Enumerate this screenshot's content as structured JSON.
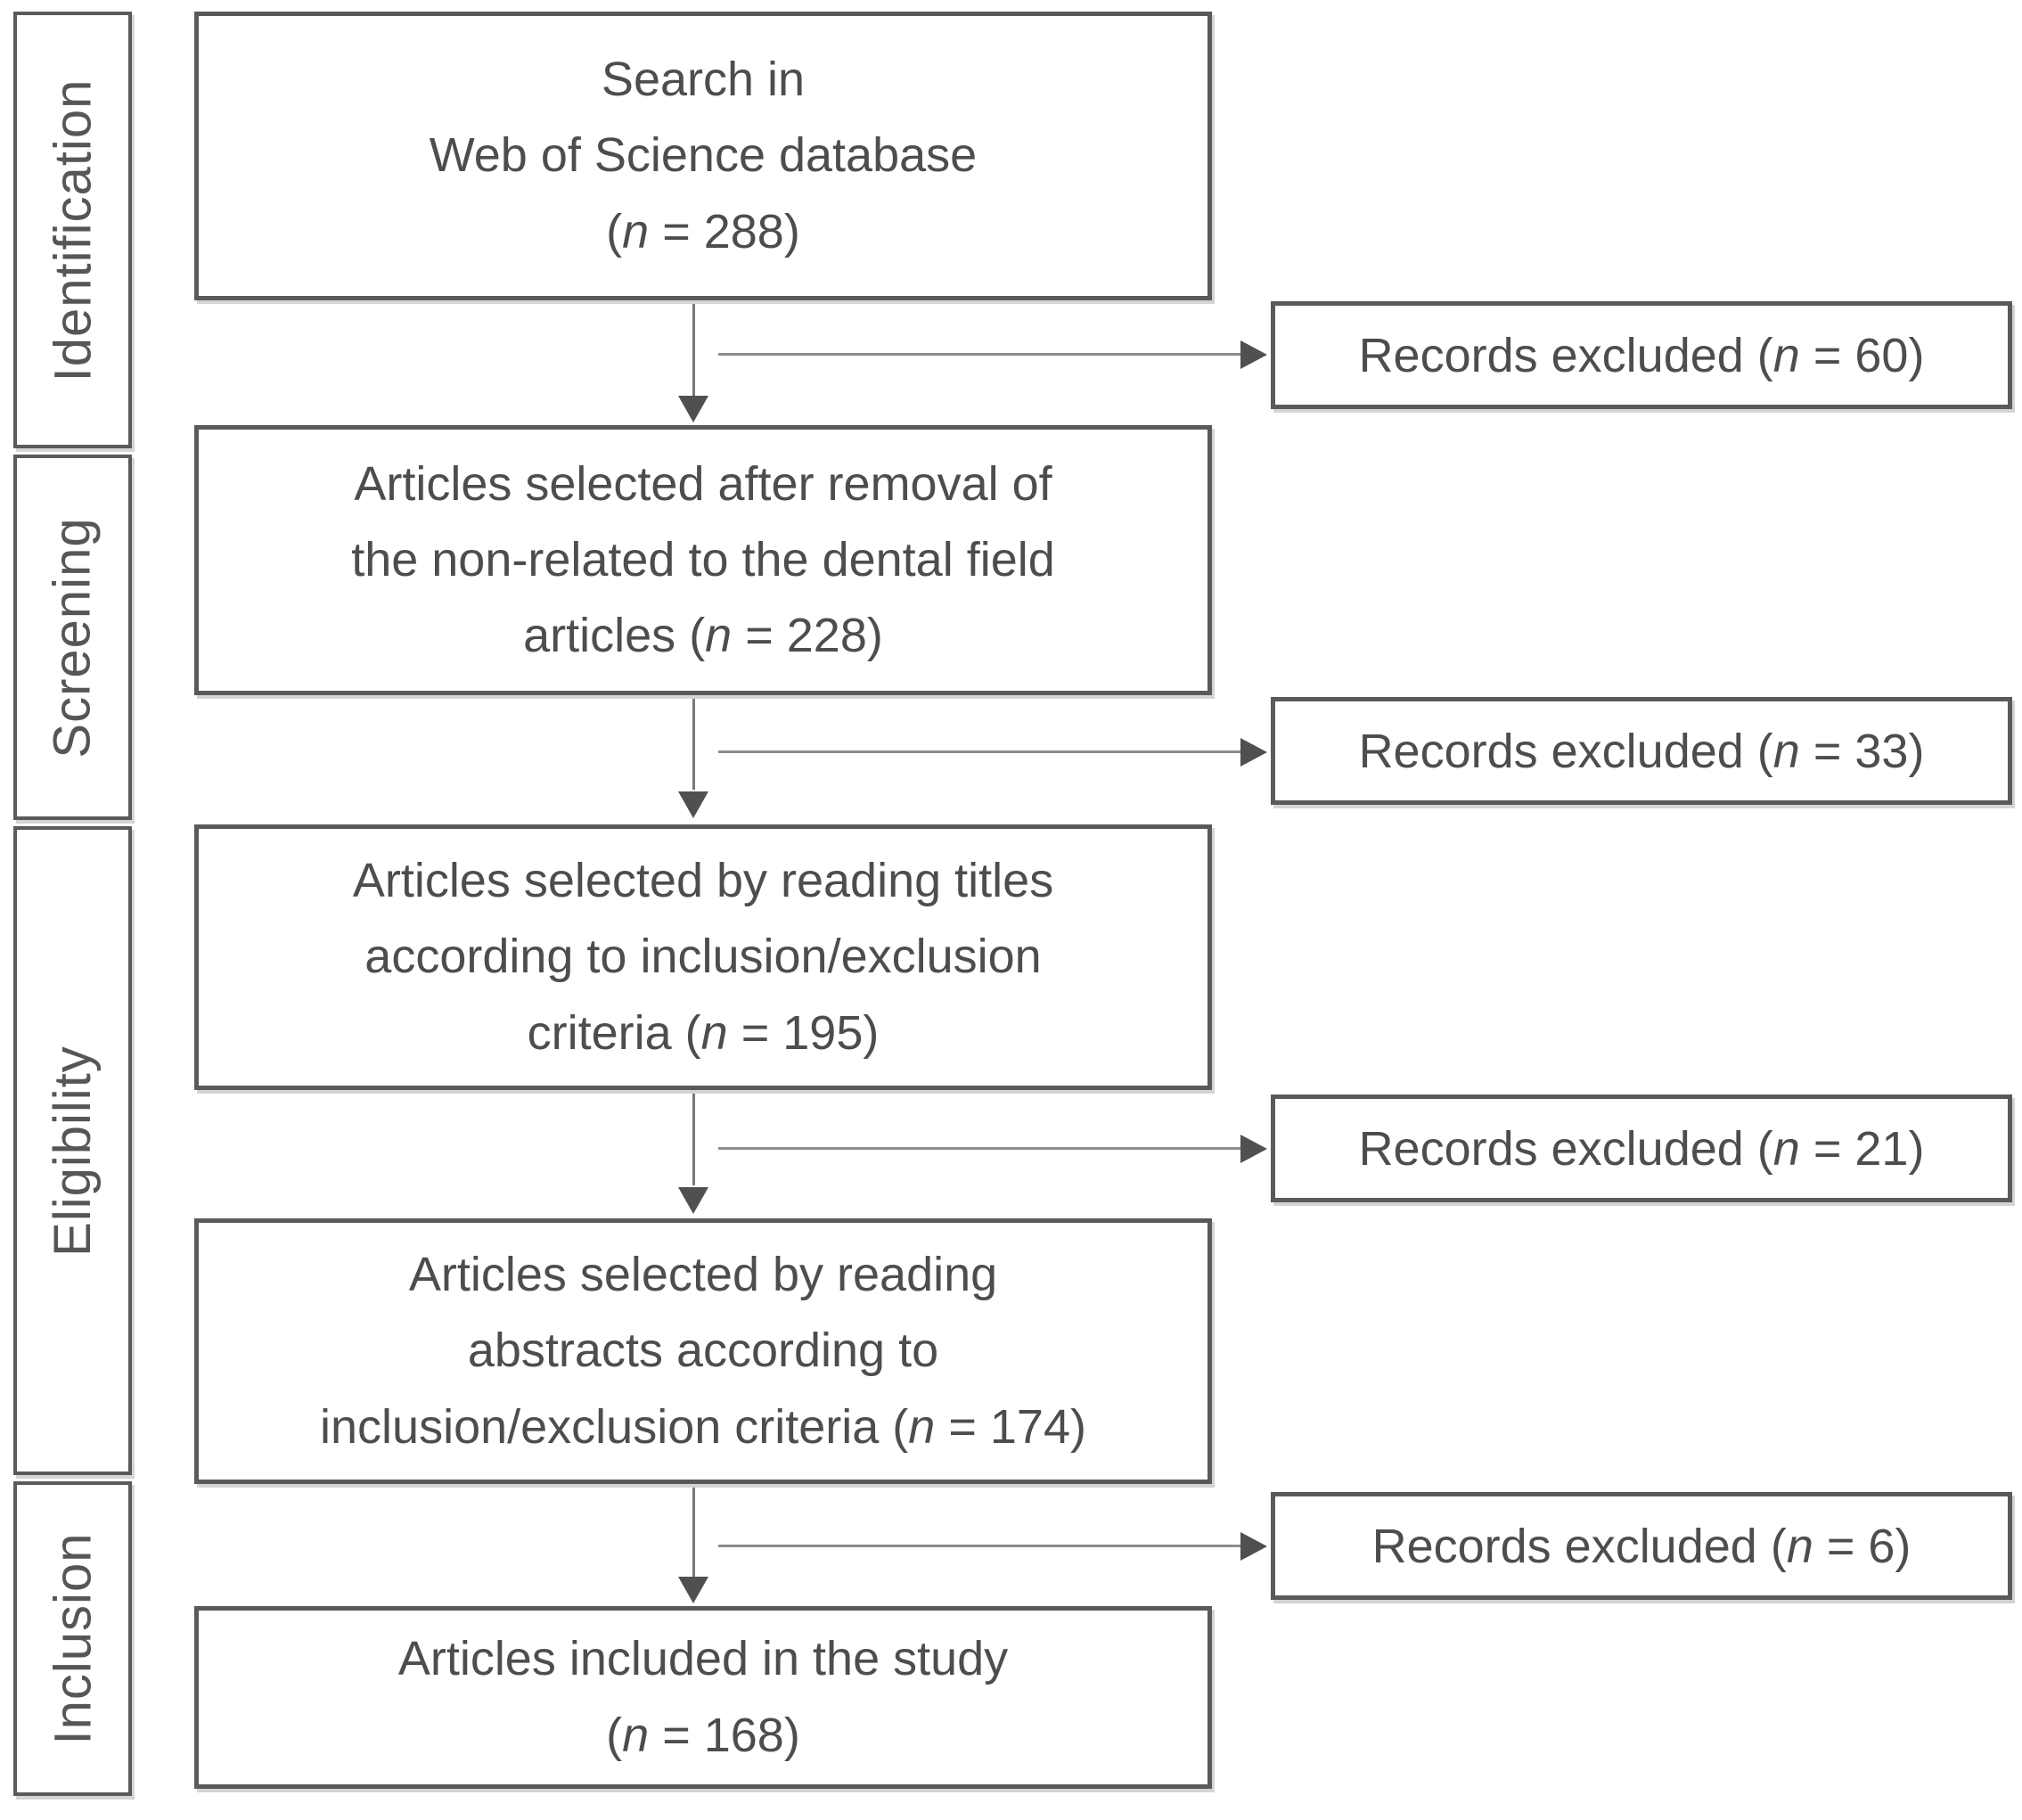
{
  "figure": {
    "type": "prisma-flow-diagram",
    "colors": {
      "box_border": "#595a5c",
      "text": "#4d4d4d",
      "arrow_line": "#8a8c8e",
      "arrow_head": "#4f5052",
      "background": "#ffffff"
    }
  },
  "sidebar": {
    "stages": [
      {
        "label": "Identification"
      },
      {
        "label": "Screening"
      },
      {
        "label": "Eligibility"
      },
      {
        "label": "Inclusion"
      }
    ]
  },
  "flow_boxes": [
    {
      "id": "search",
      "lines": [
        "Search in",
        "Web of Science database",
        "(n = 288)"
      ]
    },
    {
      "id": "after-removal",
      "lines": [
        "Articles selected after removal of",
        "the non-related to the dental field",
        "articles (n = 228)"
      ]
    },
    {
      "id": "by-reading-titles",
      "lines": [
        "Articles selected by reading titles",
        "according to inclusion/exclusion",
        "criteria (n = 195)"
      ]
    },
    {
      "id": "by-reading-abstracts",
      "lines": [
        "Articles selected by reading",
        "abstracts according to",
        "inclusion/exclusion criteria (n = 174)"
      ]
    },
    {
      "id": "included",
      "lines": [
        "Articles included in the study",
        "(n = 168)"
      ]
    }
  ],
  "excluded_boxes": [
    {
      "lines": [
        "Records excluded (n = 60)"
      ]
    },
    {
      "lines": [
        "Records excluded (n = 33)"
      ]
    },
    {
      "lines": [
        "Records excluded (n = 21)"
      ]
    },
    {
      "lines": [
        "Records excluded (n = 6)"
      ]
    }
  ]
}
